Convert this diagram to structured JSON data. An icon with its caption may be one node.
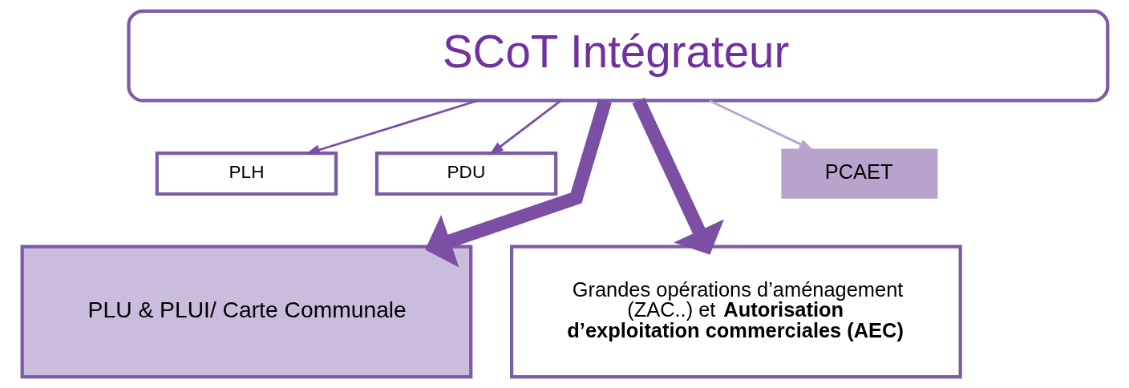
{
  "diagram": {
    "nodes": [
      {
        "text": [
          "SCoT Intégrateur"
        ]
      },
      {
        "text": [
          "PLH"
        ]
      },
      {
        "text": [
          "PDU"
        ]
      },
      {
        "text": [
          "PLU & PLUI/ Carte Communale"
        ]
      },
      {
        "text": [
          "Grandes opérations d’aménagement (ZAC..) et **Autorisation d’exploitation commerciales (AEC)**"
        ]
      },
      {
        "text": [
          "PCAET"
        ]
      }
    ],
    "edges": [
      {
        "from": 0,
        "to": 1,
        "arrow": "to"
      },
      {
        "from": 0,
        "to": 2,
        "arrow": "to"
      },
      {
        "from": 0,
        "to": 3,
        "arrow": "to",
        "style": "thick"
      },
      {
        "from": 0,
        "to": 4,
        "arrow": "to",
        "style": "thick"
      },
      {
        "from": 0,
        "to": 5,
        "arrow": "to",
        "color": "#b9a2cf"
      }
    ]
  }
}
